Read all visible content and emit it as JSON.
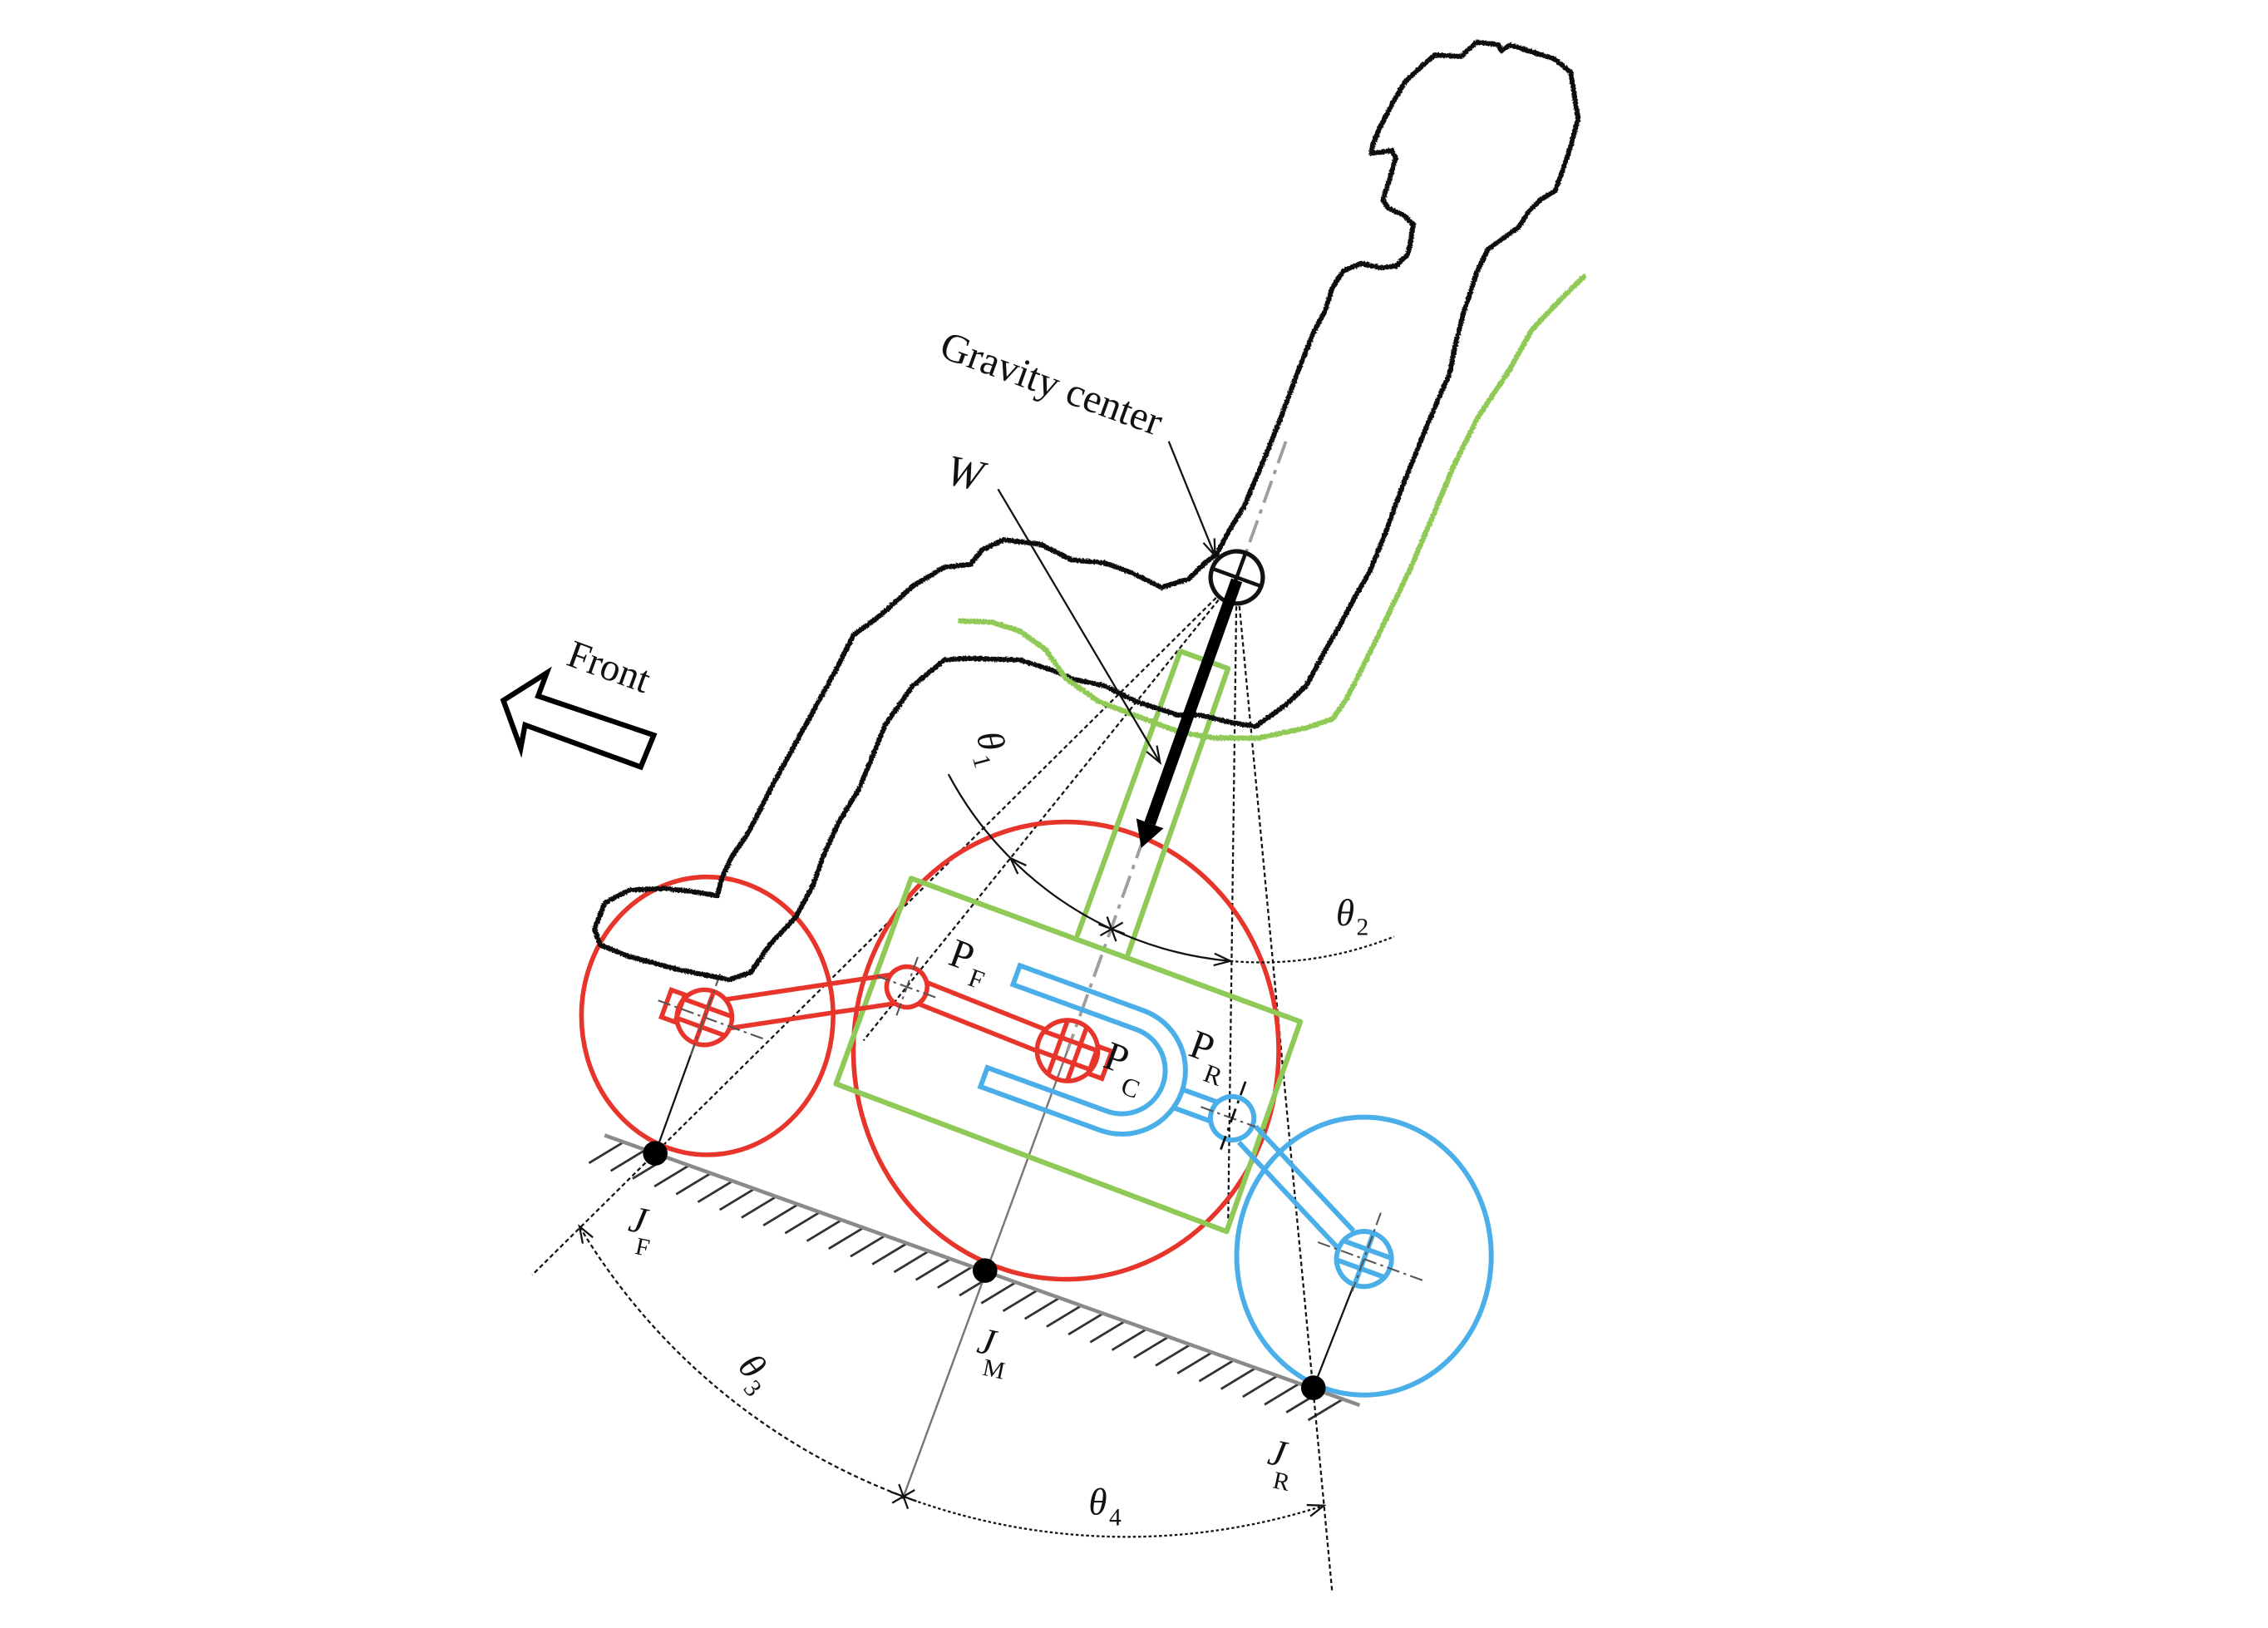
{
  "labels": {
    "front": "Front",
    "gravity_center": "Gravity center",
    "weight": "W"
  },
  "angles": [
    {
      "symbol": "θ",
      "subscript": "1"
    },
    {
      "symbol": "θ",
      "subscript": "2"
    },
    {
      "symbol": "θ",
      "subscript": "3"
    },
    {
      "symbol": "θ",
      "subscript": "4"
    }
  ],
  "pivots": [
    {
      "symbol": "P",
      "subscript": "F"
    },
    {
      "symbol": "P",
      "subscript": "C"
    },
    {
      "symbol": "P",
      "subscript": "R"
    }
  ],
  "contact_points": [
    {
      "symbol": "J",
      "subscript": "F"
    },
    {
      "symbol": "J",
      "subscript": "M"
    },
    {
      "symbol": "J",
      "subscript": "R"
    }
  ],
  "colors": {
    "front_mechanism": "#e8352b",
    "rear_mechanism": "#4aaee9",
    "seat_frame": "#8fc957",
    "outline": "#111111",
    "centerline": "#9e9e9e",
    "background": "#ffffff"
  }
}
